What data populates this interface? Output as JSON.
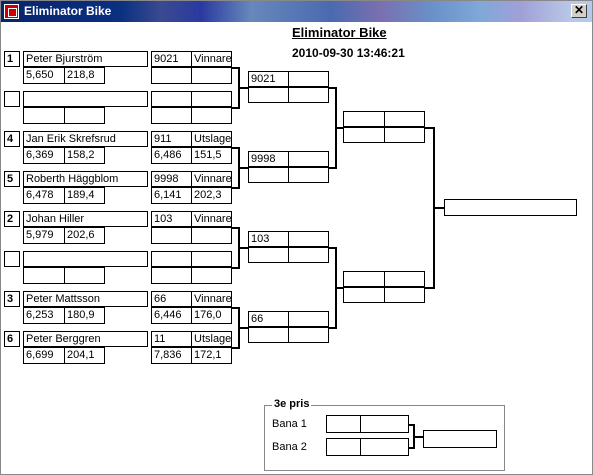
{
  "window": {
    "title": "Eliminator Bike",
    "close_label": "✕"
  },
  "header": {
    "title": "Eliminator Bike",
    "datetime": "2010-09-30 13:46:21"
  },
  "round1": [
    {
      "seed": "1",
      "name": "Peter Bjurström",
      "time": "5,650",
      "speed": "218,8"
    },
    {
      "seed": "",
      "name": "",
      "time": "",
      "speed": ""
    },
    {
      "seed": "4",
      "name": "Jan Erik Skrefsrud",
      "time": "6,369",
      "speed": "158,2"
    },
    {
      "seed": "5",
      "name": "Roberth Häggblom",
      "time": "6,478",
      "speed": "189,4"
    },
    {
      "seed": "2",
      "name": "Johan Hiller",
      "time": "5,979",
      "speed": "202,6"
    },
    {
      "seed": "",
      "name": "",
      "time": "",
      "speed": ""
    },
    {
      "seed": "3",
      "name": "Peter Mattsson",
      "time": "6,253",
      "speed": "180,9"
    },
    {
      "seed": "6",
      "name": "Peter Berggren",
      "time": "6,699",
      "speed": "204,1"
    }
  ],
  "round1_results": [
    {
      "number": "9021",
      "status": "Vinnare",
      "time": "",
      "speed": ""
    },
    {
      "number": "",
      "status": "",
      "time": "",
      "speed": ""
    },
    {
      "number": "911",
      "status": "Utslagen",
      "time": "6,486",
      "speed": "151,5"
    },
    {
      "number": "9998",
      "status": "Vinnare",
      "time": "6,141",
      "speed": "202,3"
    },
    {
      "number": "103",
      "status": "Vinnare",
      "time": "",
      "speed": ""
    },
    {
      "number": "",
      "status": "",
      "time": "",
      "speed": ""
    },
    {
      "number": "66",
      "status": "Vinnare",
      "time": "6,446",
      "speed": "176,0"
    },
    {
      "number": "11",
      "status": "Utslagen",
      "time": "7,836",
      "speed": "172,1"
    }
  ],
  "quarterfinals": [
    {
      "top": "9021",
      "bottom": ""
    },
    {
      "top": "9998",
      "bottom": ""
    },
    {
      "top": "103",
      "bottom": ""
    },
    {
      "top": "66",
      "bottom": ""
    }
  ],
  "third_place": {
    "legend": "3e pris",
    "lane1": "Bana 1",
    "lane2": "Bana 2"
  }
}
